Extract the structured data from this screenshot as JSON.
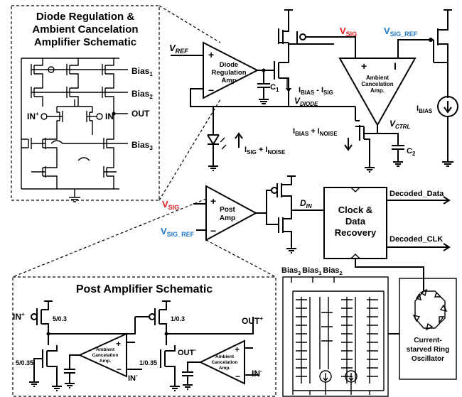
{
  "colors": {
    "red": "#e3161b",
    "blue": "#1f78c8",
    "ink": "#000000"
  },
  "diode_schematic": {
    "title_line1": "Diode Regulation &",
    "title_line2": "Ambient Cancelation",
    "title_line3": "Amplifier Schematic",
    "bias1": "Bias",
    "bias1_sub": "1",
    "bias2": "Bias",
    "bias2_sub": "2",
    "bias3": "Bias",
    "bias3_sub": "3",
    "in_plus": "IN",
    "in_plus_sup": "+",
    "in_minus": "IN",
    "in_minus_sup": "-",
    "out": "OUT"
  },
  "front_end": {
    "vref": "V",
    "vref_sub": "REF",
    "diode_amp_line1": "Diode",
    "diode_amp_line2": "Regulation",
    "diode_amp_line3": "Amp",
    "c1": "C",
    "c1_sub": "1",
    "ibias_minus_isig": "I",
    "ibias_minus_isig_sub1": "BIAS",
    "ibias_minus_isig_mid": " - I",
    "ibias_minus_isig_sub2": "SIG",
    "vsig": "V",
    "vsig_sub": "SIG",
    "vsig_ref": "V",
    "vsig_ref_sub": "SIG_REF",
    "amb_amp_line1": "Ambient",
    "amb_amp_line2": "Cancelation",
    "amb_amp_line3": "Amp.",
    "ibias": "I",
    "ibias_sub": "BIAS",
    "vdiode": "V",
    "vdiode_sub": "DIODE",
    "vctrl": "V",
    "vctrl_sub": "CTRL",
    "ibias_plus_inoise": "I",
    "ibias_plus_inoise_sub1": "BIAS",
    "ibias_plus_inoise_mid": " + I",
    "ibias_plus_inoise_sub2": "NOISE",
    "isig_plus_inoise": "I",
    "isig_plus_inoise_sub1": "SIG",
    "isig_plus_inoise_mid": " + I",
    "isig_plus_inoise_sub2": "NOISE",
    "c2": "C",
    "c2_sub": "2"
  },
  "back_end": {
    "vsig": "V",
    "vsig_sub": "SIG",
    "vsig_ref": "V",
    "vsig_ref_sub": "SIG_REF",
    "post_amp_line1": "Post",
    "post_amp_line2": "Amp",
    "din": "D",
    "din_sub": "IN",
    "cdr_line1": "Clock &",
    "cdr_line2": "Data",
    "cdr_line3": "Recovery",
    "decoded_data": "Decoded_Data",
    "decoded_clk": "Decoded_CLK",
    "bias_labels": "Bias",
    "b3_sub": "3",
    "b1_sub": "1",
    "b2_sub": "2",
    "ring_line1": "Current-",
    "ring_line2": "starved Ring",
    "ring_line3": "Oscillator"
  },
  "post_schematic": {
    "title": "Post Amplifier Schematic",
    "in_plus": "IN",
    "in_plus_sup": "+",
    "m1": "5/0.3",
    "m2": "1/0.3",
    "m3": "5/0.35",
    "m4": "1/0.35",
    "out_plus": "OUT",
    "out_plus_sup": "+",
    "out_minus": "OUT",
    "out_minus_sup": "-",
    "amb_line1": "Ambient",
    "amb_line2": "Cancelation",
    "amb_line3": "Amp.",
    "in_minus": "IN",
    "in_minus_sup": "-"
  }
}
